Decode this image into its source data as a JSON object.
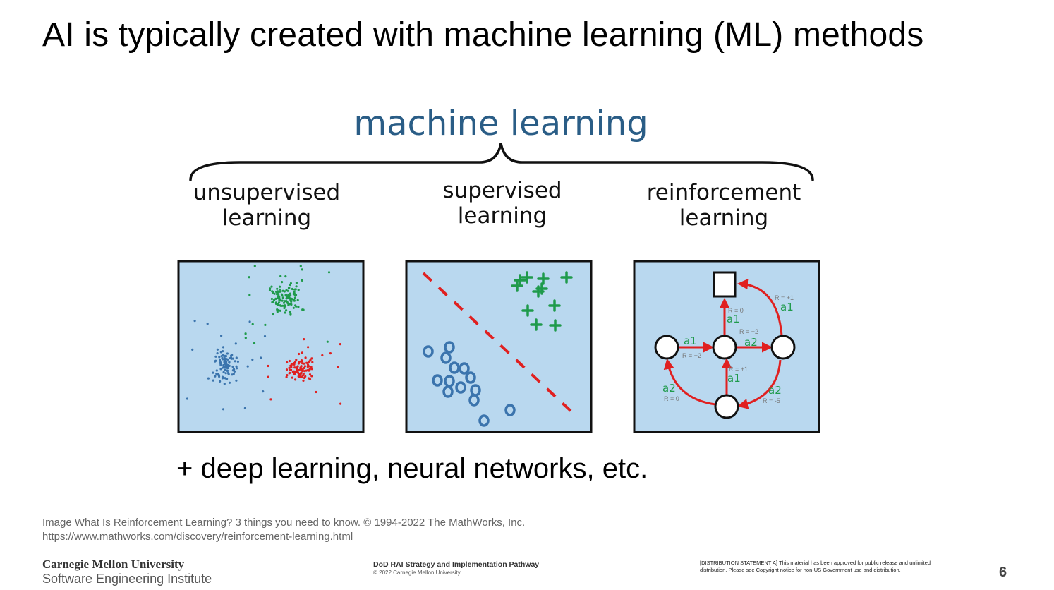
{
  "slide": {
    "title": "AI is typically created with machine learning (ML) methods",
    "bullet": "+ deep learning, neural networks, etc."
  },
  "diagram": {
    "heading": "machine learning",
    "panels": [
      {
        "label_line1": "unsupervised",
        "label_line2": "learning"
      },
      {
        "label_line1": "supervised",
        "label_line2": "learning"
      },
      {
        "label_line1": "reinforcement",
        "label_line2": "learning"
      }
    ],
    "rl_labels": {
      "r0_top": "R = 0",
      "a1_top": "a1",
      "r1_topright": "R = +1",
      "a1_topright": "a1",
      "r2_mid": "R = +2",
      "a2_mid": "a2",
      "a1_left": "a1",
      "r2_left": "R = +2",
      "r1_vert": "R = +1",
      "a1_vert": "a1",
      "a2_bl": "a2",
      "r0_bl": "R = 0",
      "a2_br": "a2",
      "r5_br": "R = -5"
    },
    "colors": {
      "panel_bg": "#b9d8ef",
      "heading": "#2a5d86",
      "green": "#1f9a4b",
      "blue": "#3b74ad",
      "red": "#e02020"
    }
  },
  "citation": {
    "line1": "Image What Is Reinforcement Learning? 3 things you need to know. © 1994-2022 The MathWorks, Inc.",
    "line2": "https://www.mathworks.com/discovery/reinforcement-learning.html"
  },
  "footer": {
    "org": "Carnegie Mellon University",
    "institute": "Software Engineering Institute",
    "pathway": "DoD RAI Strategy and Implementation Pathway",
    "copyright": "© 2022 Carnegie Mellon University",
    "distribution": "[DISTRIBUTION STATEMENT A] This material has been approved for public release and unlimited distribution. Please see Copyright notice for non-US Government use and distribution.",
    "page": "6"
  }
}
